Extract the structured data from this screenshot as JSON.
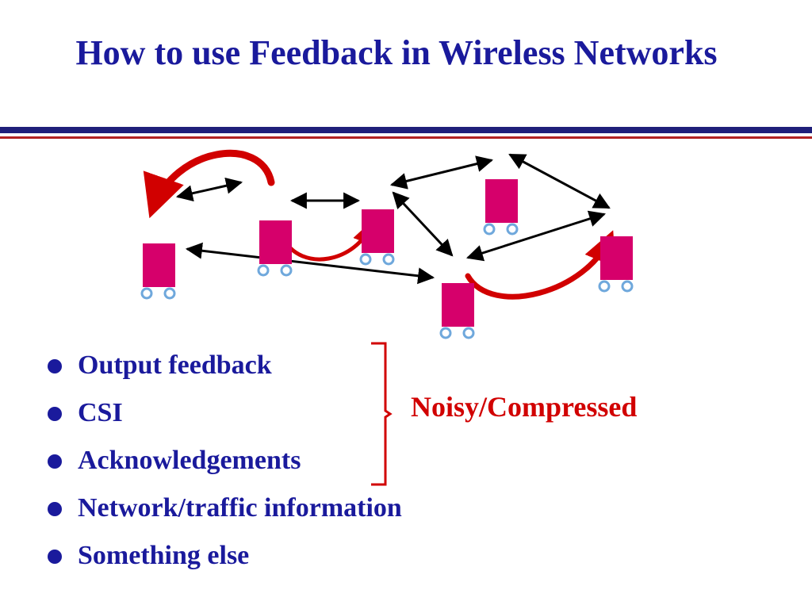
{
  "slide": {
    "title": "How to use Feedback in Wireless Networks"
  },
  "colors": {
    "title": "#1a1a9c",
    "node": "#d6006b",
    "wheel": "#6fa8dc",
    "feedback_arrow": "#d10000",
    "link_arrow": "#000000",
    "emphasis": "#d10000"
  },
  "network": {
    "node_count": 6,
    "nodes_icon": "mobile-node-icon"
  },
  "bullets": [
    "Output feedback",
    "CSI",
    "Acknowledgements",
    "Network/traffic information",
    "Something else"
  ],
  "brace_label": "Noisy/Compressed"
}
